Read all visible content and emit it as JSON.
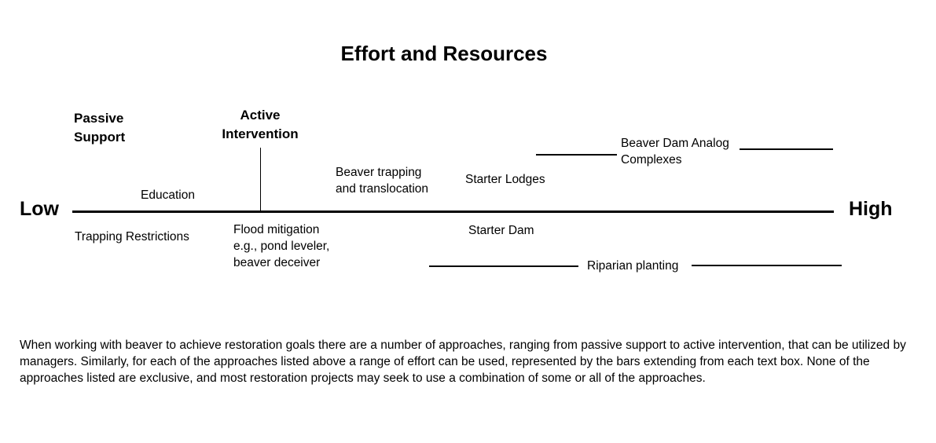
{
  "title": "Effort and Resources",
  "scale": {
    "low_label": "Low",
    "high_label": "High"
  },
  "headings": {
    "passive": "Passive\nSupport",
    "active": "Active\nIntervention"
  },
  "approaches": {
    "education": "Education",
    "trapping_restrictions": "Trapping Restrictions",
    "flood_mitigation": "Flood mitigation\ne.g., pond leveler,\nbeaver deceiver",
    "beaver_trapping": "Beaver trapping\nand translocation",
    "starter_lodges": "Starter Lodges",
    "bda_complexes": "Beaver Dam Analog\nComplexes",
    "starter_dam": "Starter Dam",
    "riparian_planting": "Riparian planting"
  },
  "caption": "When working with beaver to achieve restoration goals there are a number of approaches, ranging from passive support to active intervention, that can be utilized by managers. Similarly, for each of the approaches listed above a range of effort can be used, represented by the bars extending from each text box. None of the approaches listed are exclusive, and most restoration projects may seek to use a combination of some or all of the approaches."
}
